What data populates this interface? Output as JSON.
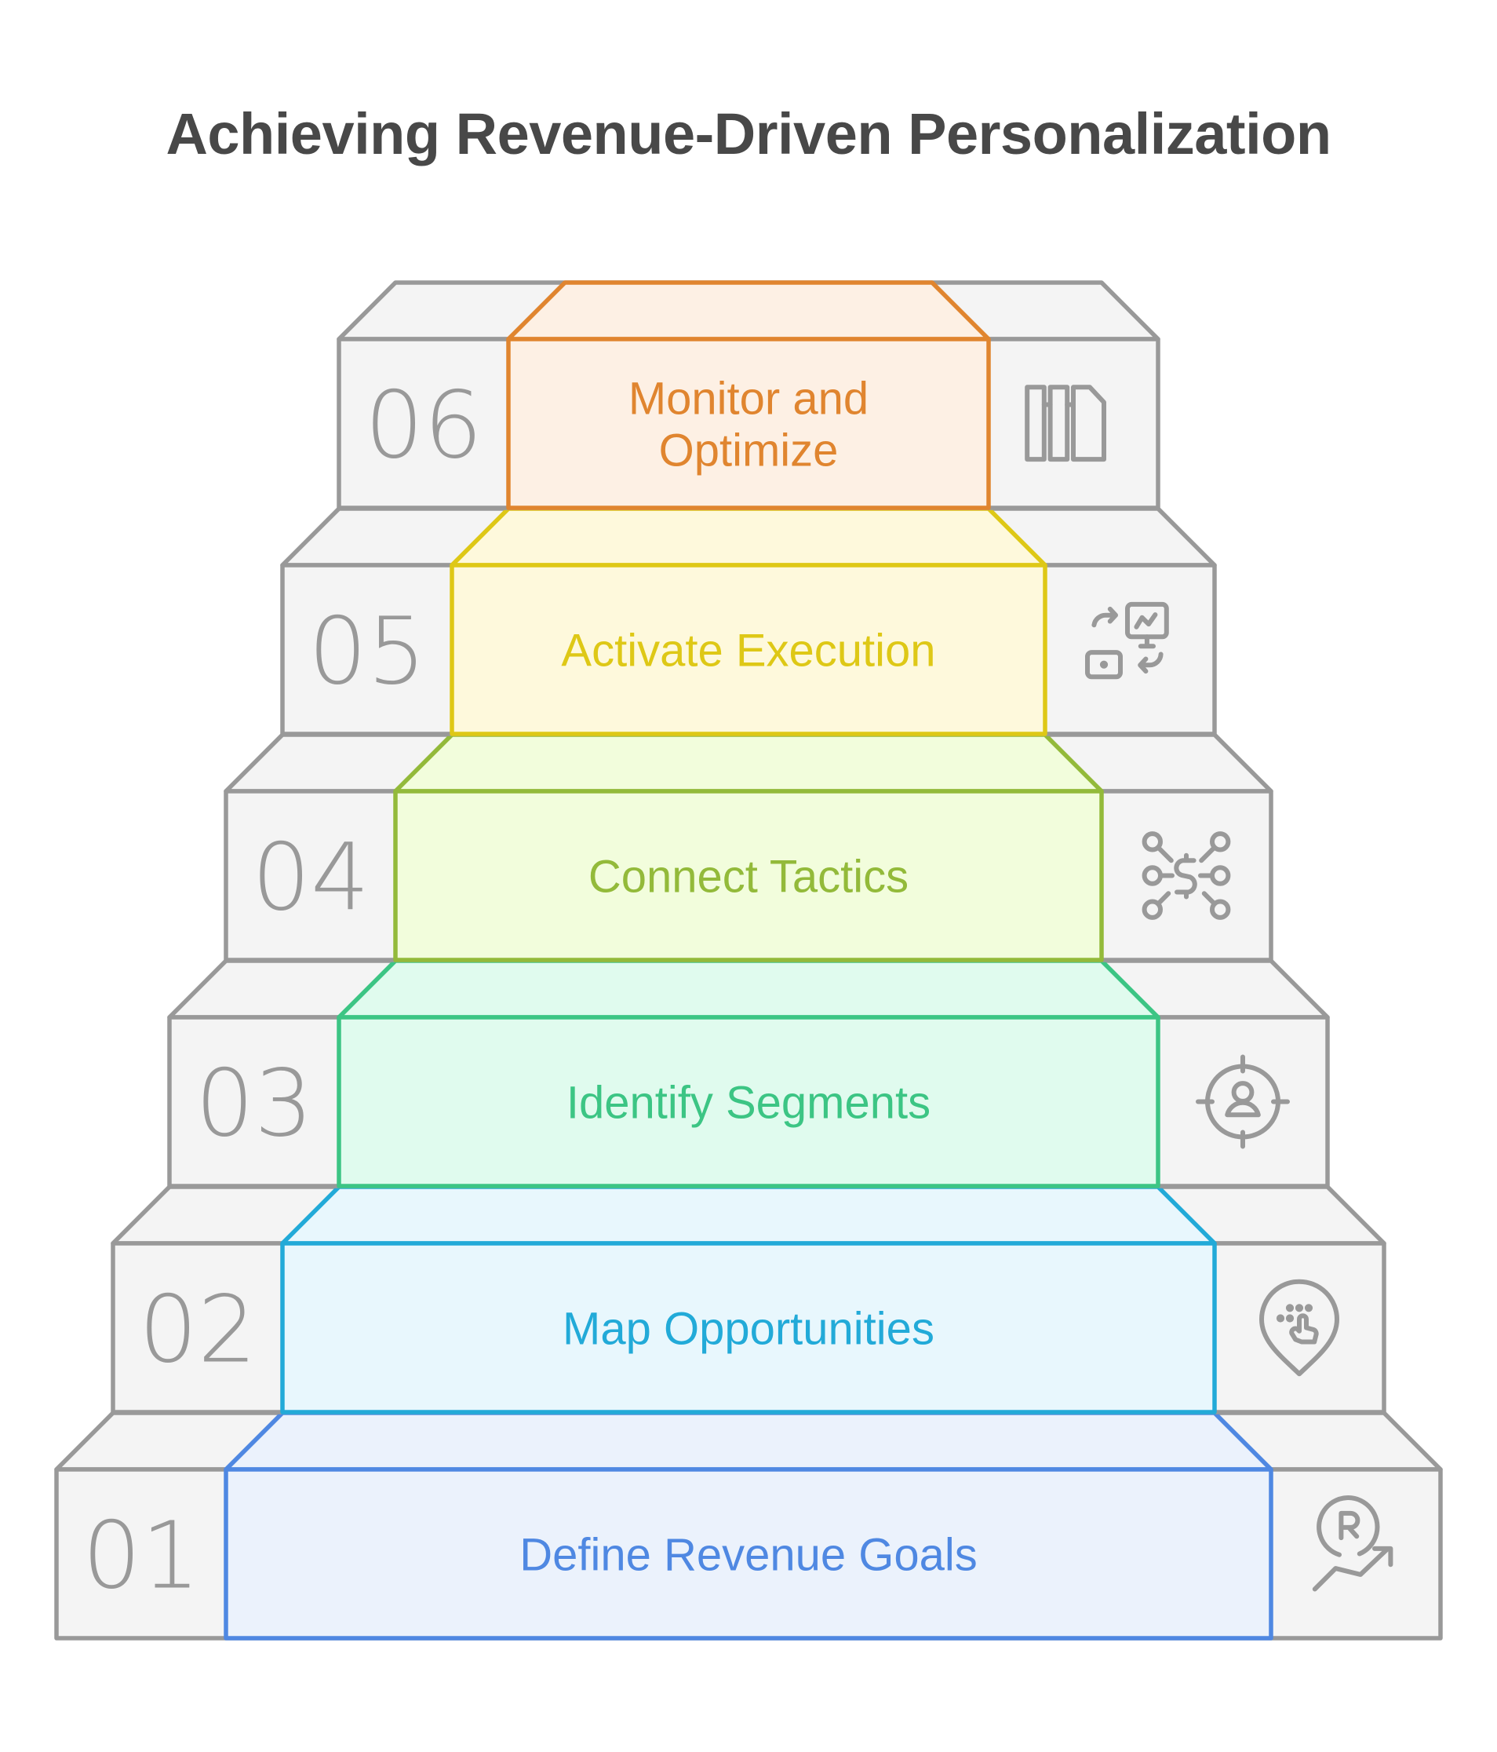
{
  "title": "Achieving Revenue-Driven Personalization",
  "colors": {
    "outline_gray": "#999999",
    "side_fill": "#F4F4F4",
    "title": "#484848"
  },
  "steps": [
    {
      "number": "01",
      "label": [
        "Define Revenue Goals"
      ],
      "icon": "registered-growth-icon",
      "stroke": "#4F88E2",
      "fill": "#EBF2FC"
    },
    {
      "number": "02",
      "label": [
        "Map Opportunities"
      ],
      "icon": "location-pin-tap-icon",
      "stroke": "#22AAD8",
      "fill": "#E8F7FD"
    },
    {
      "number": "03",
      "label": [
        "Identify Segments"
      ],
      "icon": "target-user-icon",
      "stroke": "#3CC584",
      "fill": "#E0FBEE"
    },
    {
      "number": "04",
      "label": [
        "Connect Tactics"
      ],
      "icon": "dollar-network-icon",
      "stroke": "#93BA3A",
      "fill": "#F2FDDC"
    },
    {
      "number": "05",
      "label": [
        "Activate Execution"
      ],
      "icon": "presentation-exchange-icon",
      "stroke": "#DEC816",
      "fill": "#FEF9DC"
    },
    {
      "number": "06",
      "label": [
        "Monitor and",
        "Optimize"
      ],
      "icon": "library-books-icon",
      "stroke": "#E0852F",
      "fill": "#FDF0E4"
    }
  ]
}
